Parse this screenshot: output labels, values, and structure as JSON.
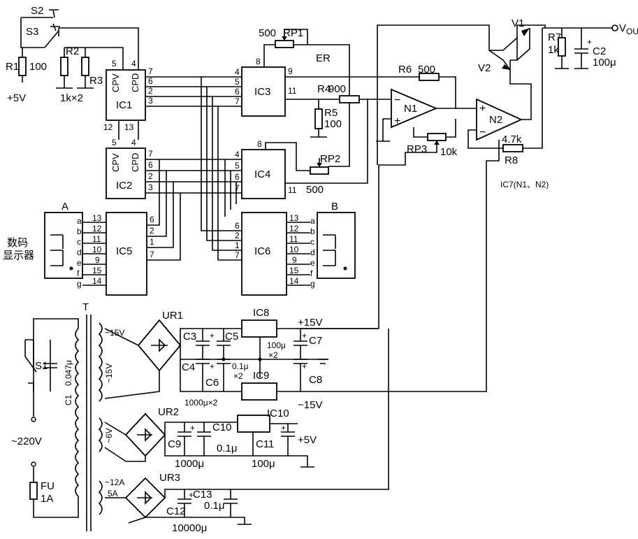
{
  "switches": {
    "s2": "S2",
    "s3": "S3",
    "s1": "S1"
  },
  "resistors": {
    "r1": "R1",
    "r1_val": "100",
    "r2": "R2",
    "r3": "R3",
    "r23_val": "1k×2",
    "rp1": "RP1",
    "rp1_val": "500",
    "rp2": "RP2",
    "rp2_val": "500",
    "r4": "R4",
    "r4_val": "900",
    "r5": "R5",
    "r5_val": "100",
    "r6": "R6",
    "r6_val": "500",
    "rp3": "RP3",
    "rp3_val": "10k",
    "r7": "R7",
    "r7_val": "1k",
    "r8": "R8",
    "r8_val": "4.7k"
  },
  "supply": {
    "plus5": "+5V",
    "plus15": "+15V",
    "minus15": "−15V",
    "plus5b": "+5V",
    "mains": "~220V"
  },
  "ics": {
    "ic1": "IC1",
    "ic2": "IC2",
    "ic3": "IC3",
    "ic4": "IC4",
    "ic5": "IC5",
    "ic6": "IC6",
    "ic7": "IC7(N1、N2)",
    "ic8": "IC8",
    "ic9": "IC9",
    "ic10": "IC10",
    "cpv": "CPV",
    "cpd": "CPD",
    "er": "ER",
    "n1": "N1",
    "n2": "N2"
  },
  "transistors": {
    "v1": "V1",
    "v2": "V2"
  },
  "output": {
    "vout": "V",
    "vout_sub": "OUT"
  },
  "caps": {
    "c2": "C2",
    "c2_val": "100μ",
    "c3": "C3",
    "c4": "C4",
    "c5": "C5",
    "c6": "C6",
    "c7": "C7",
    "c8": "C8",
    "c36_val": "1000μ×2",
    "c56_val": "0.1μ",
    "c56_x2": "×2",
    "c78_val": "100μ",
    "c78_x2": "×2",
    "c9": "C9",
    "c9_val": "1000μ",
    "c10": "C10",
    "c10_val": "0.1μ",
    "c11": "C11",
    "c11_val": "100μ",
    "c12": "C12",
    "c12_val": "10000μ",
    "c13": "C13",
    "c13_val": "0.1μ",
    "c1": "C1",
    "c1_val": "0.047μ"
  },
  "rectifiers": {
    "ur1": "UR1",
    "ur2": "UR2",
    "ur3": "UR3"
  },
  "transformer": {
    "t": "T",
    "w15a": "~15V",
    "w15b": "~15V",
    "w6": "~6V",
    "w12": "~12A",
    "w12a": "5A"
  },
  "fuse": {
    "fu": "FU",
    "fu_val": "1A"
  },
  "display": {
    "a": "A",
    "b": "B",
    "label_line1": "数码",
    "label_line2": "显示器",
    "segments": [
      "a",
      "b",
      "c",
      "d",
      "e",
      "f",
      "g"
    ]
  },
  "pins": {
    "ic5_left": [
      "13",
      "12",
      "11",
      "10",
      "9",
      "15",
      "14"
    ],
    "ic5_right": [
      "6",
      "2",
      "1",
      "7"
    ],
    "ic6_left": [
      "6",
      "2",
      "1",
      "7"
    ],
    "ic6_right": [
      "13",
      "12",
      "11",
      "10",
      "9",
      "15",
      "14"
    ],
    "ic1_right": [
      "7",
      "6",
      "2",
      "3"
    ],
    "ic1_top": [
      "5",
      "4"
    ],
    "ic1_bot": [
      "12",
      "13"
    ],
    "ic2_right": [
      "7",
      "6",
      "2",
      "3"
    ],
    "ic2_top": [
      "5",
      "4"
    ],
    "ic3_left": [
      "4",
      "5",
      "6",
      "7"
    ],
    "ic3_top": "8",
    "ic3_r9": "9",
    "ic3_r11": "11",
    "ic4_left": [
      "4",
      "5",
      "6",
      "7"
    ],
    "ic4_top": "8",
    "ic4_r11": "11"
  },
  "signs": {
    "plus": "+",
    "minus": "−"
  }
}
